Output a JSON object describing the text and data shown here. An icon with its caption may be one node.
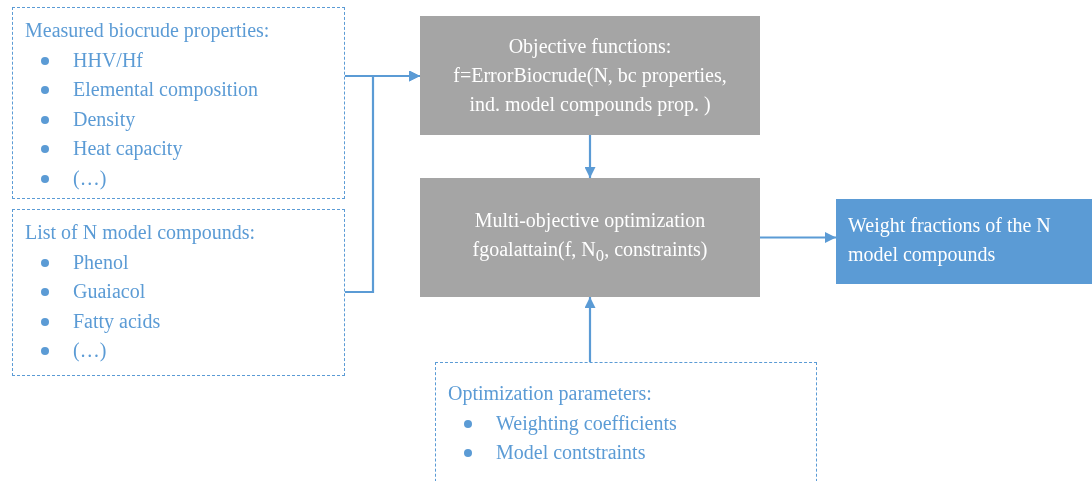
{
  "diagram": {
    "nodes": [
      {
        "text": [
          "Measured biocrude properties:",
          "HHV/Hf",
          "Elemental composition",
          "Density",
          "Heat capacity",
          "(…)"
        ]
      },
      {
        "text": [
          "List of N model compounds:",
          "Phenol",
          "Guaiacol",
          "Fatty acids",
          "(…)"
        ]
      },
      {
        "text": [
          "Objective functions: f=ErrorBiocrude(N, bc properties, ind. model compounds prop. )"
        ]
      },
      {
        "text": [
          "Multi-objective optimization",
          "fgoalattain(f, N$_{0}$, constraints)"
        ]
      },
      {
        "text": [
          "Weight fractions of the N model compounds"
        ]
      },
      {
        "text": [
          "Optimization parameters:",
          "Weighting coefficients",
          "Model contstraints"
        ]
      }
    ],
    "edges": [
      {
        "from": 0,
        "to": 2,
        "arrow": "to"
      },
      {
        "from": 1,
        "to": 2,
        "arrow": "to"
      },
      {
        "from": 2,
        "to": 3,
        "arrow": "to"
      },
      {
        "from": 5,
        "to": 3,
        "arrow": "to"
      },
      {
        "from": 3,
        "to": 4,
        "arrow": "to"
      }
    ]
  }
}
